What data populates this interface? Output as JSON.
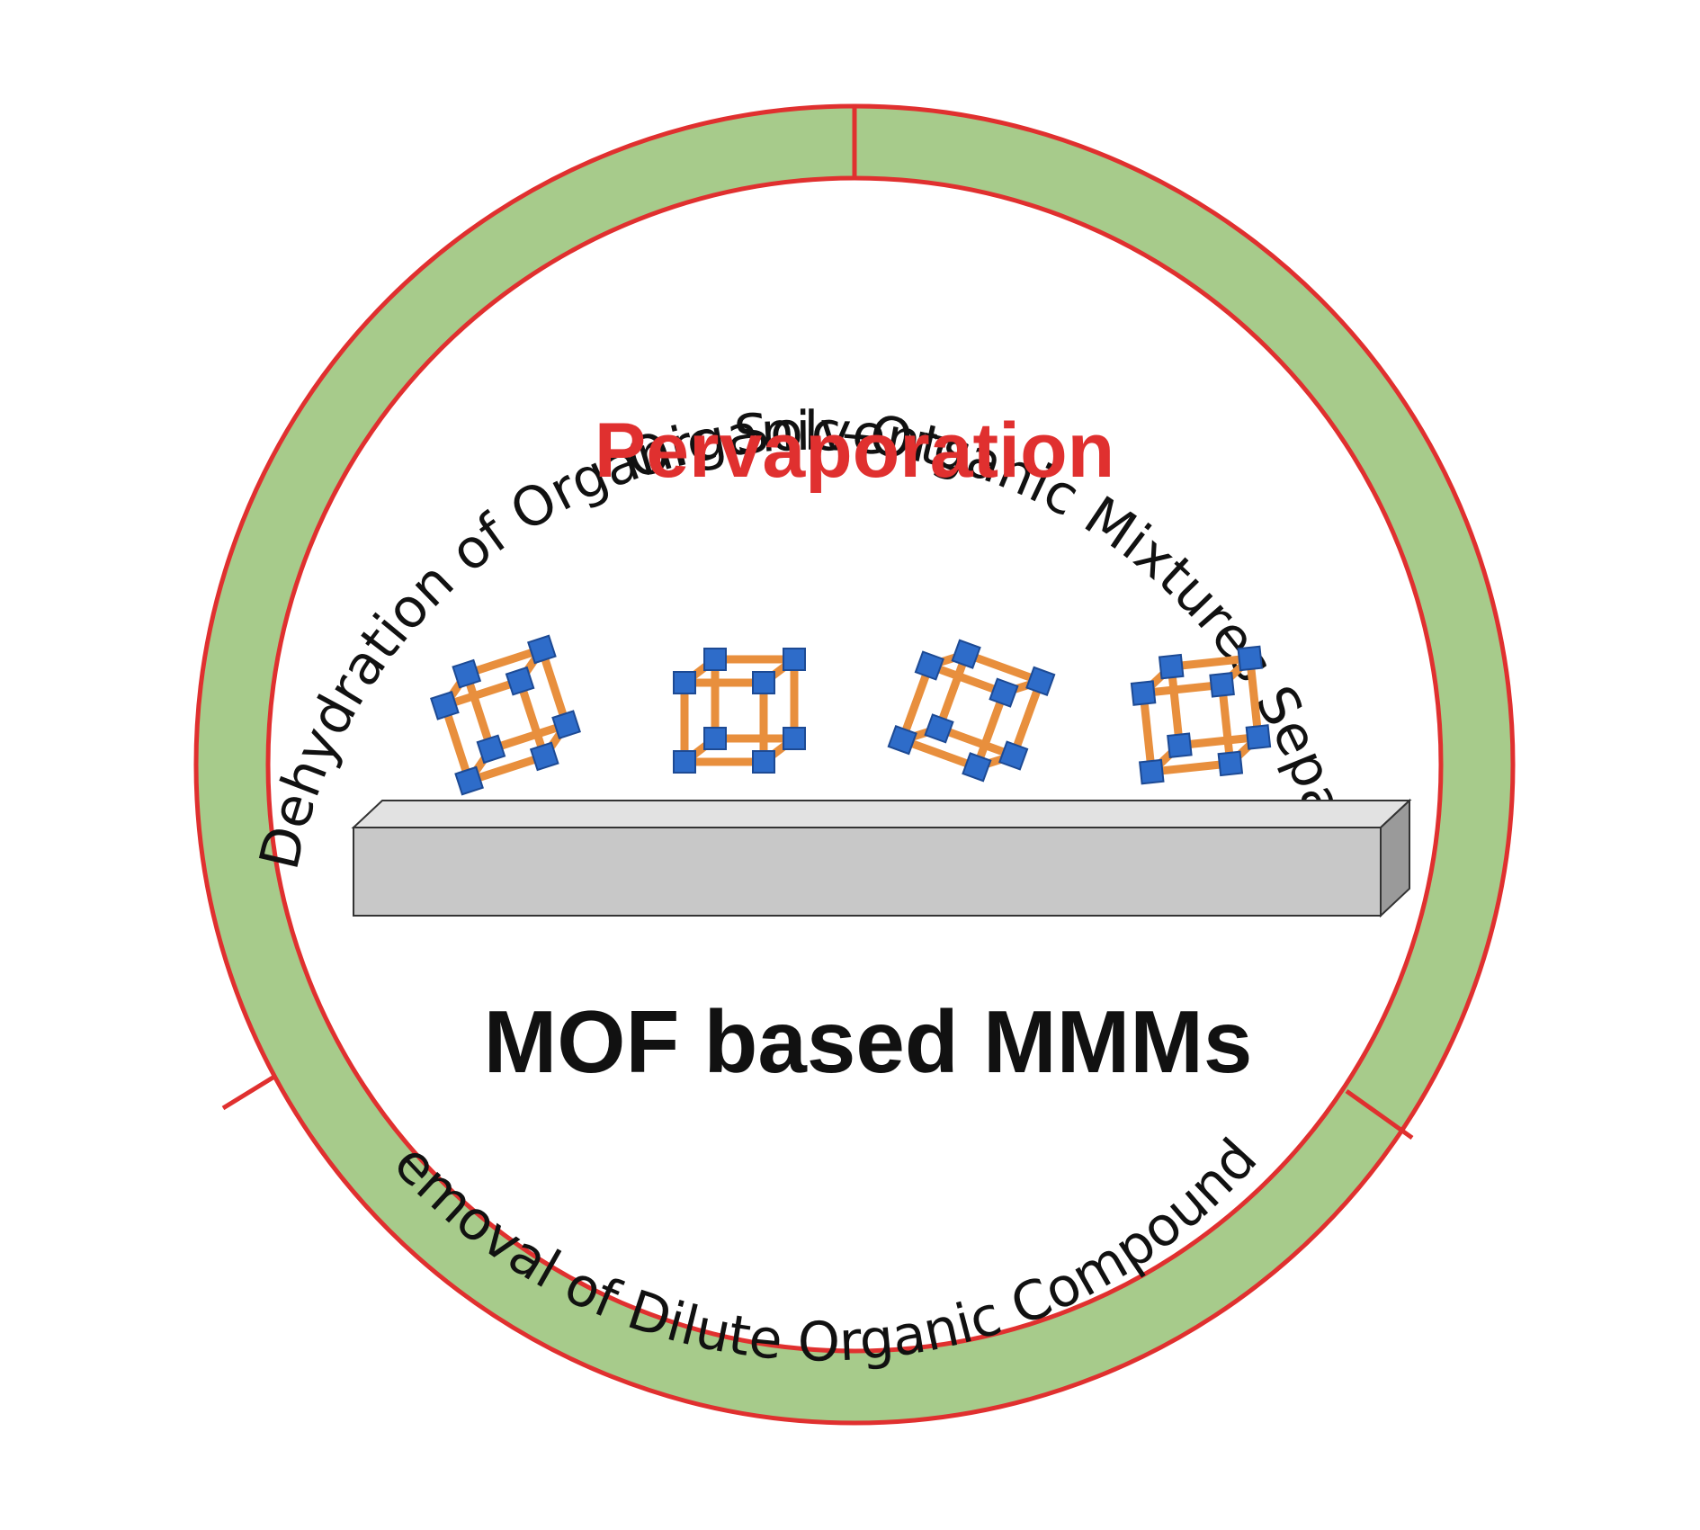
{
  "title": "Pervaporation",
  "subtitle": "MOF based MMMs",
  "ring_segments": [
    {
      "label": "Dehydration of Organic Solvents"
    },
    {
      "label": "Organic–Organic Mixtures Separation"
    },
    {
      "label": "Removal of Dilute Organic Compounds"
    }
  ],
  "colors": {
    "ring_fill": "#a7cb8b",
    "ring_border": "#e0302f",
    "title": "#e0302f",
    "subtitle": "#111111",
    "linker": "#e88f3d",
    "node": "#2e6cc9",
    "membrane_front": "#c8c8c8",
    "membrane_top": "#e2e2e2",
    "membrane_side": "#9a9a9a"
  },
  "crystals": [
    {
      "icon": "mof-cube-icon",
      "tilt_deg": -18
    },
    {
      "icon": "mof-cube-icon",
      "tilt_deg": 0
    },
    {
      "icon": "mof-cube-icon",
      "tilt_deg": 20
    },
    {
      "icon": "mof-cube-icon",
      "tilt_deg": -6
    }
  ]
}
